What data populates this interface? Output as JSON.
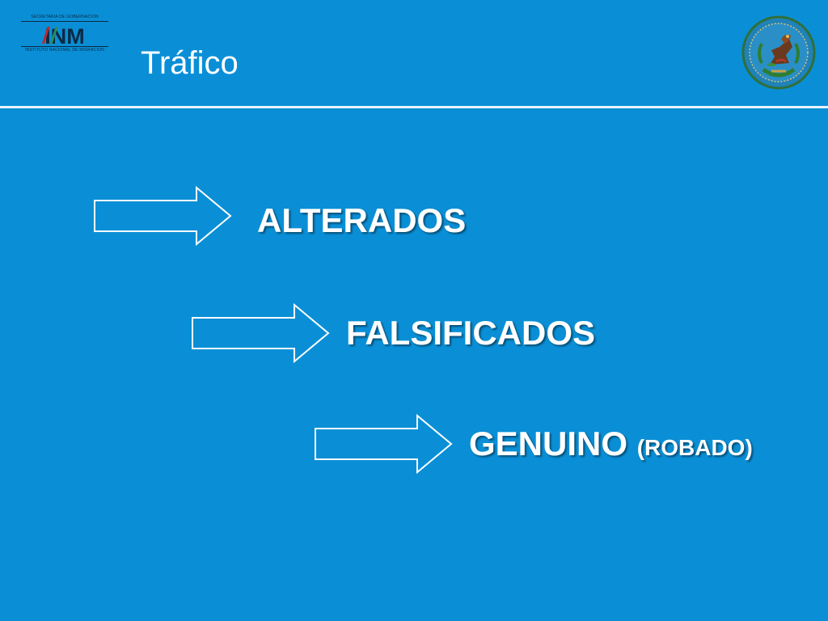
{
  "header": {
    "logo": {
      "top_text": "SECRETARÍA DE GOBERNACIÓN",
      "mark_text": "INM",
      "bottom_text": "INSTITUTO NACIONAL DE MIGRACIÓN"
    },
    "title": "Tráfico"
  },
  "items": [
    {
      "label": "ALTERADOS",
      "suffix": ""
    },
    {
      "label": "FALSIFICADOS",
      "suffix": ""
    },
    {
      "label": "GENUINO",
      "suffix": "(ROBADO)"
    }
  ],
  "colors": {
    "background": "#0a8fd6",
    "text": "#ffffff",
    "logo_dark": "#0b2a44",
    "logo_red": "#c0262d",
    "logo_green": "#2e8b57"
  },
  "icons": {
    "arrows": "right-arrow-icon",
    "seal": "mexican-coat-of-arms-icon"
  }
}
